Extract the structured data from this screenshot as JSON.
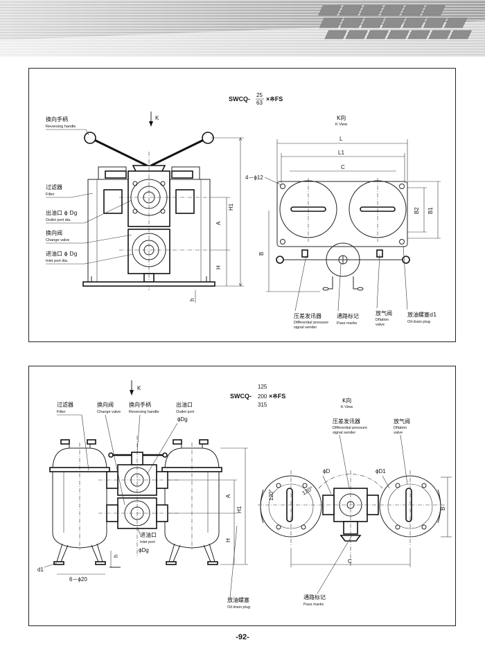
{
  "top_diagram": {
    "model_prefix": "SWCQ-",
    "model_num": "25",
    "model_den": "63",
    "model_suffix": "×※FS",
    "k_arrow": "K",
    "k_view_cn": "K向",
    "k_view_en": "K View",
    "labels": {
      "reversing_handle_cn": "换向手柄",
      "reversing_handle_en": "Reversing handle",
      "filter_cn": "过滤器",
      "filter_en": "Filter",
      "outlet_cn": "出油口 ϕ Dg",
      "outlet_en": "Outlet port dia.",
      "change_valve_cn": "换向阀",
      "change_valve_en": "Change valve",
      "inlet_cn": "进油口 ϕ Dg",
      "inlet_en": "Inlet port dia.",
      "dp_sender_cn": "压差发讯器",
      "dp_sender_en1": "Differential pressure",
      "dp_sender_en2": "signal sender",
      "pass_marks_cn": "通路标记",
      "pass_marks_en": "Pass marks",
      "deflation_cn": "放气阀",
      "deflation_en1": "Dflation",
      "deflation_en2": "valve",
      "drain_cn": "放油螺塞d1",
      "drain_en": "Oil drain plug"
    },
    "dims": {
      "L": "L",
      "L1": "L1",
      "C": "C",
      "holes": "4－ϕ12",
      "B": "B",
      "B1": "B1",
      "B2": "B2",
      "H1": "H1",
      "A": "A",
      "H": "H",
      "h": "h"
    }
  },
  "bottom_diagram": {
    "model_prefix": "SWCQ-",
    "model_top": "125",
    "model_mid": "200",
    "model_bot": "315",
    "model_suffix": "×※FS",
    "k_arrow": "K",
    "k_view_cn": "K向",
    "k_view_en": "K View",
    "labels": {
      "filter_cn": "过滤器",
      "filter_en": "Filter",
      "change_valve_cn": "换向阀",
      "change_valve_en": "Change valve",
      "reversing_handle_cn": "换向手柄",
      "reversing_handle_en": "Reversing handle",
      "outlet_cn": "出油口",
      "outlet_en": "Outlet port",
      "outlet_dia": "ϕDg",
      "inlet_cn": "进油口",
      "inlet_en": "Inlet port",
      "inlet_dia": "ϕDg",
      "dp_sender_cn": "压差发讯器",
      "dp_sender_en1": "Differential pressure",
      "dp_sender_en2": "signal sender",
      "deflation_cn": "放气阀",
      "deflation_en1": "Dflation",
      "deflation_en2": "valve",
      "drain_cn": "放油螺塞",
      "drain_en": "Oil drain plug",
      "pass_marks_cn": "通路标记",
      "pass_marks_en": "Pass marks"
    },
    "dims": {
      "A": "A",
      "H1": "H1",
      "H": "H",
      "h": "h",
      "d1": "d1",
      "holes": "6－ϕ20",
      "angle1": "120°",
      "angle2": "120°",
      "D": "ϕD",
      "D1": "ϕD1",
      "B": "B",
      "C": "C"
    }
  },
  "page_number": "-92-"
}
